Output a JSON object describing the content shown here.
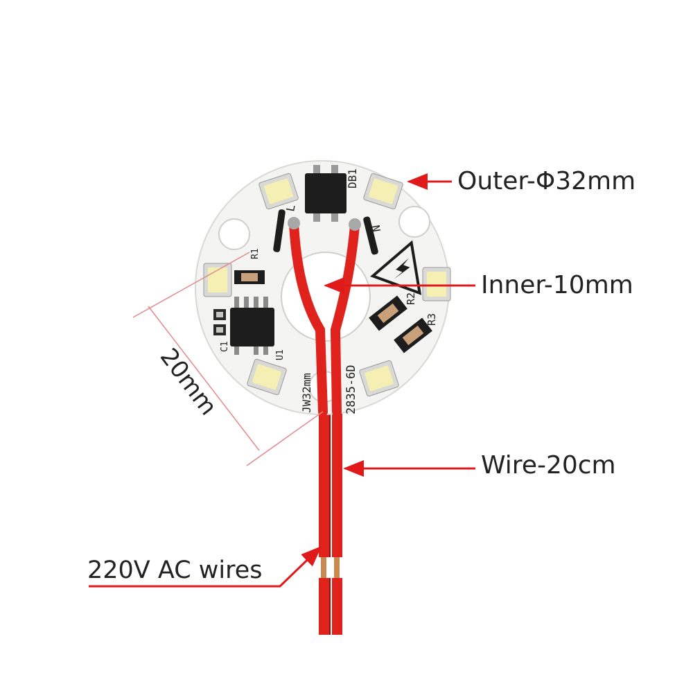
{
  "annotations": {
    "outer_diameter": "Outer-Φ32mm",
    "inner_diameter": "Inner-10mm",
    "wire_length": "Wire-20cm",
    "input_wires": "220V AC wires",
    "span_dimension": "20mm"
  },
  "pcb_silkscreen": {
    "model": "JW32mm",
    "led_type": "2835-6D",
    "bridge_ref": "DB1",
    "ic_ref": "U1",
    "cap_ref": "C1",
    "res_refs": [
      "R1",
      "R2",
      "R3"
    ],
    "line_mark": "L",
    "neutral_mark": "N"
  },
  "colors": {
    "board": "#f4f4f2",
    "wire_red": "#e0221c",
    "arrow_red": "#e0191b",
    "chip_black": "#1d1d1d",
    "copper": "#c98a4f",
    "led_yellow": "#f6efb4"
  },
  "icons": [
    "high-voltage-warning-icon"
  ]
}
